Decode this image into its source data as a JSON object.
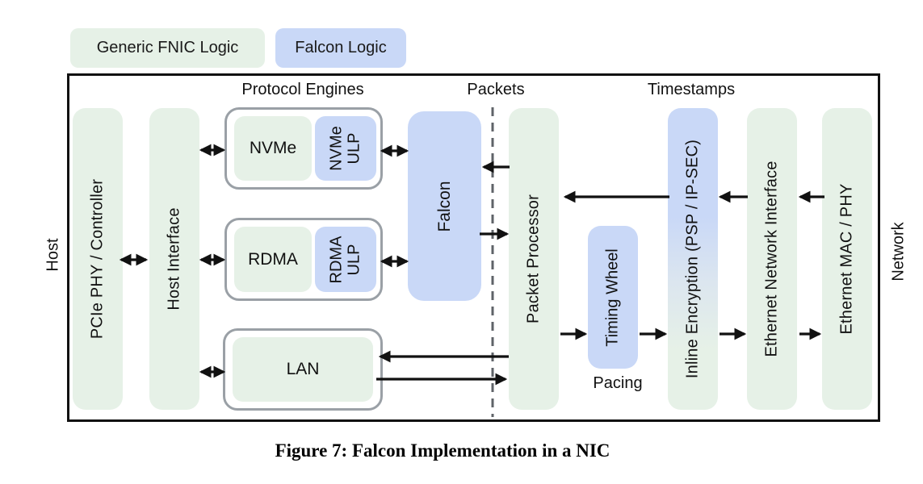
{
  "legend": {
    "generic": "Generic FNIC Logic",
    "falcon": "Falcon Logic"
  },
  "side_labels": {
    "host": "Host",
    "network": "Network"
  },
  "section_labels": {
    "protocol_engines": "Protocol Engines",
    "packets": "Packets",
    "timestamps": "Timestamps",
    "pacing": "Pacing"
  },
  "bars": {
    "pcie": "PCIe PHY / Controller",
    "host_interface": "Host Interface",
    "packet_processor": "Packet Processor",
    "inline_encryption": "Inline Encryption (PSP / IP-SEC)",
    "ethernet_network_interface": "Ethernet Network Interface",
    "ethernet_mac_phy": "Ethernet MAC / PHY"
  },
  "engines": {
    "nvme": "NVMe",
    "nvme_ulp": "NVMe ULP",
    "rdma": "RDMA",
    "rdma_ulp": "RDMA ULP",
    "lan": "LAN"
  },
  "blocks": {
    "falcon": "Falcon",
    "timing_wheel": "Timing Wheel"
  },
  "caption": "Figure 7: Falcon Implementation in a NIC",
  "colors": {
    "generic_fnic_logic": "#e6f1e7",
    "falcon_logic": "#c9d8f7",
    "container_border": "#9aa0a6",
    "frame_border": "#111111",
    "dashed_line": "#5f6368",
    "arrow": "#111111"
  }
}
